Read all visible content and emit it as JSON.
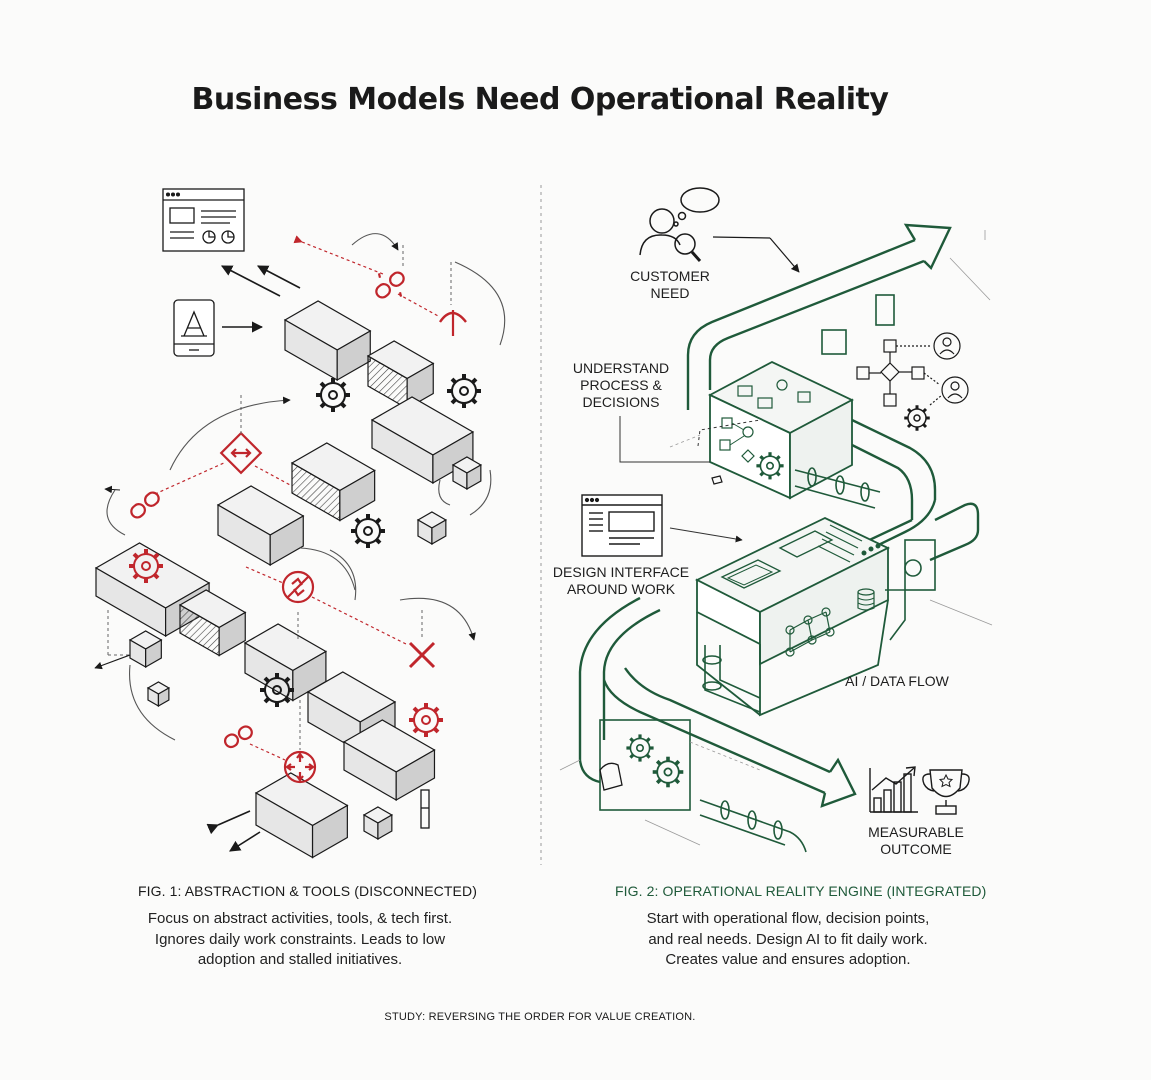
{
  "title": "Business Models Need Operational Reality",
  "left": {
    "caption": "FIG. 1: ABSTRACTION & TOOLS (DISCONNECTED)",
    "description": [
      "Focus on abstract activities, tools, & tech first.",
      "Ignores daily work constraints. Leads to low",
      "adoption and stalled initiatives."
    ]
  },
  "right": {
    "caption": "FIG. 2: OPERATIONAL REALITY ENGINE (INTEGRATED)",
    "description": [
      "Start with operational flow, decision points,",
      "and real needs. Design AI to fit daily work.",
      "Creates value and ensures adoption."
    ],
    "labels": {
      "customer_need": [
        "CUSTOMER",
        "NEED"
      ],
      "understand": [
        "UNDERSTAND",
        "PROCESS &",
        "DECISIONS"
      ],
      "design_interface": [
        "DESIGN INTERFACE",
        "AROUND WORK"
      ],
      "ai_data_flow": "AI / DATA FLOW",
      "measurable_outcome": [
        "MEASURABLE",
        "OUTCOME"
      ]
    }
  },
  "footer": "STUDY: REVERSING THE ORDER FOR VALUE CREATION.",
  "colors": {
    "ink": "#1a1a1a",
    "accent_red": "#c0262c",
    "accent_green": "#1f5a3a",
    "block_fill": "#e6e6e6",
    "block_side": "#cfcfcf"
  }
}
